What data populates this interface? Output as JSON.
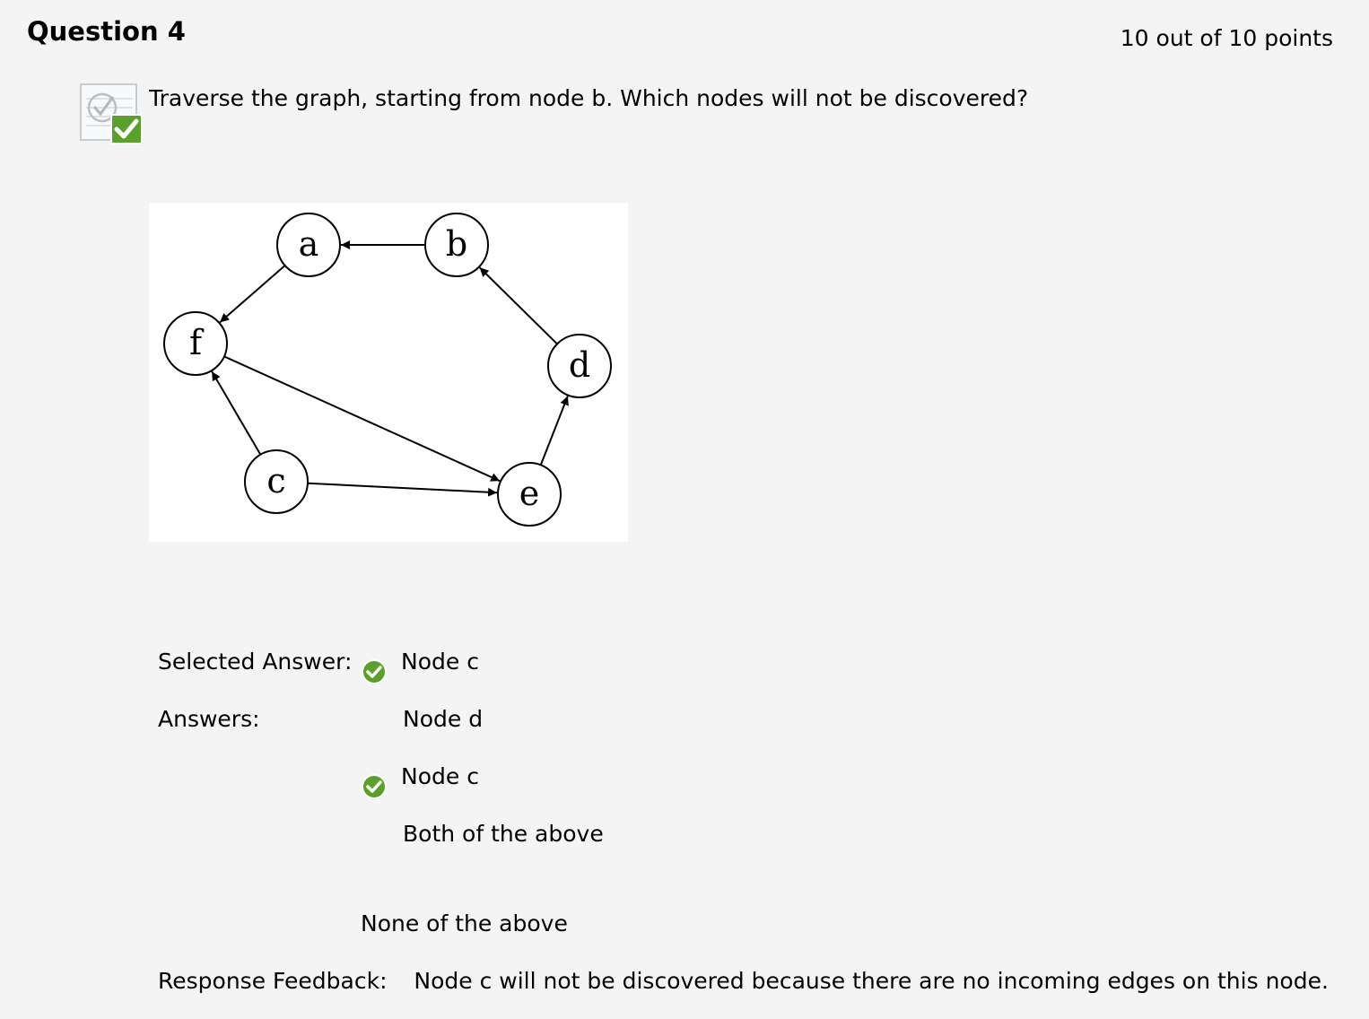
{
  "question": {
    "title": "Question 4",
    "points": "10 out of 10 points",
    "text": "Traverse the graph, starting from node b. Which nodes will not be discovered?"
  },
  "graph": {
    "nodes": [
      {
        "id": "a",
        "label": "a"
      },
      {
        "id": "b",
        "label": "b"
      },
      {
        "id": "f",
        "label": "f"
      },
      {
        "id": "d",
        "label": "d"
      },
      {
        "id": "c",
        "label": "c"
      },
      {
        "id": "e",
        "label": "e"
      }
    ],
    "edges": [
      {
        "from": "b",
        "to": "a"
      },
      {
        "from": "a",
        "to": "f"
      },
      {
        "from": "d",
        "to": "b"
      },
      {
        "from": "f",
        "to": "e"
      },
      {
        "from": "c",
        "to": "f"
      },
      {
        "from": "c",
        "to": "e"
      },
      {
        "from": "e",
        "to": "d"
      }
    ]
  },
  "result": {
    "selected_label": "Selected Answer:",
    "selected_value": "Node c",
    "answers_label": "Answers:",
    "answers": [
      {
        "text": "Node d",
        "correct": false
      },
      {
        "text": "Node c",
        "correct": true
      },
      {
        "text": "Both of the above",
        "correct": false
      },
      {
        "text": "None of the above",
        "correct": false
      }
    ],
    "feedback_label": "Response Feedback:",
    "feedback_text": "Node c will not be discovered because there are no incoming edges on this node."
  },
  "colors": {
    "background": "#f4f4f4",
    "check_green": "#5aa02c"
  }
}
